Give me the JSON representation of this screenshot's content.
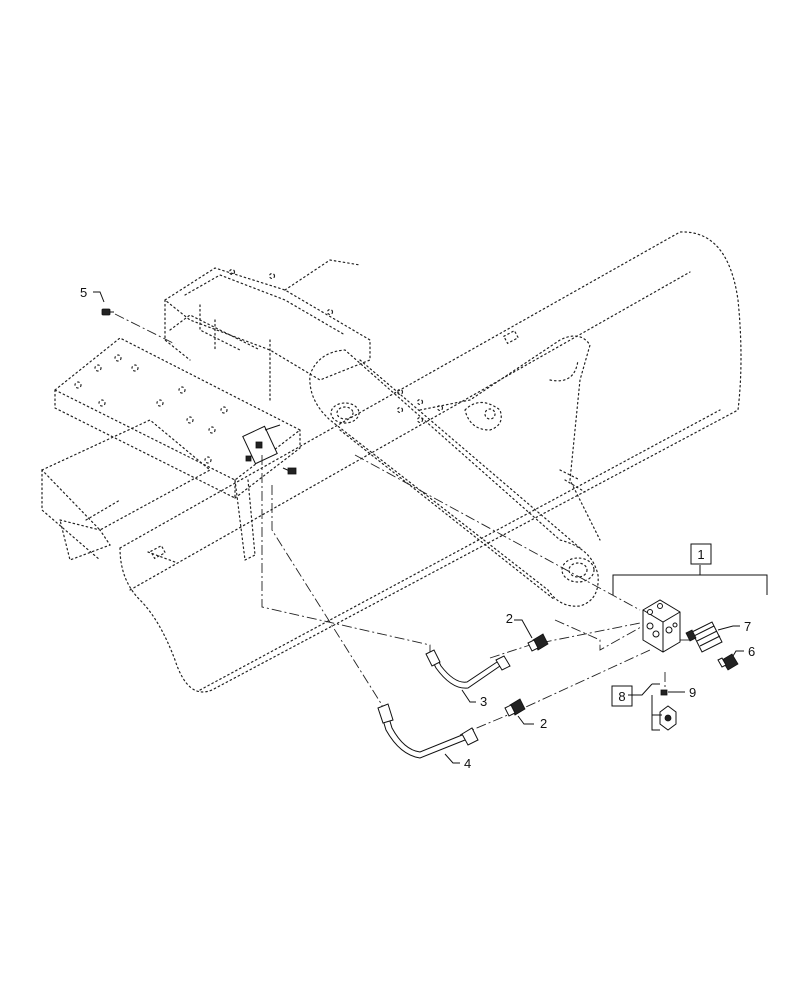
{
  "callouts": [
    {
      "id": "c1",
      "label": "1",
      "boxed": true
    },
    {
      "id": "c2a",
      "label": "2",
      "boxed": false
    },
    {
      "id": "c2b",
      "label": "2",
      "boxed": false
    },
    {
      "id": "c3",
      "label": "3",
      "boxed": false
    },
    {
      "id": "c4",
      "label": "4",
      "boxed": false
    },
    {
      "id": "c5",
      "label": "5",
      "boxed": false
    },
    {
      "id": "c6",
      "label": "6",
      "boxed": false
    },
    {
      "id": "c7",
      "label": "7",
      "boxed": false
    },
    {
      "id": "c8",
      "label": "8",
      "boxed": true
    },
    {
      "id": "c9",
      "label": "9",
      "boxed": false
    }
  ]
}
